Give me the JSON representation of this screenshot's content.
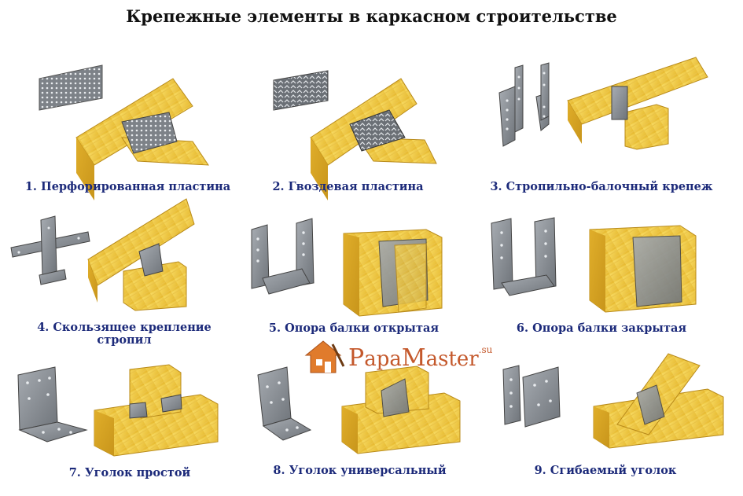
{
  "title": "Крепежные элементы в каркасном строительстве",
  "items": [
    {
      "label": "1. Перфорированная пластина"
    },
    {
      "label": "2. Гвоздевая пластина"
    },
    {
      "label": "3. Стропильно-балочный крепеж"
    },
    {
      "label_line1": "4. Скользящее крепление",
      "label_line2": "стропил"
    },
    {
      "label": "5. Опора балки открытая"
    },
    {
      "label": "6. Опора балки закрытая"
    },
    {
      "label": "7. Уголок простой"
    },
    {
      "label": "8. Уголок универсальный"
    },
    {
      "label": "9. Сгибаемый уголок"
    }
  ],
  "logo": {
    "p1": "P",
    "p2": "apa",
    "p3": "M",
    "p4": "aster",
    "suffix": ".su"
  },
  "colors": {
    "wood": "#f2cf45",
    "wood_dark": "#d9a921",
    "metal": "#8a8f96",
    "metal_dark": "#5c6066",
    "caption": "#1c2a7a",
    "logo": "#c4582b"
  }
}
